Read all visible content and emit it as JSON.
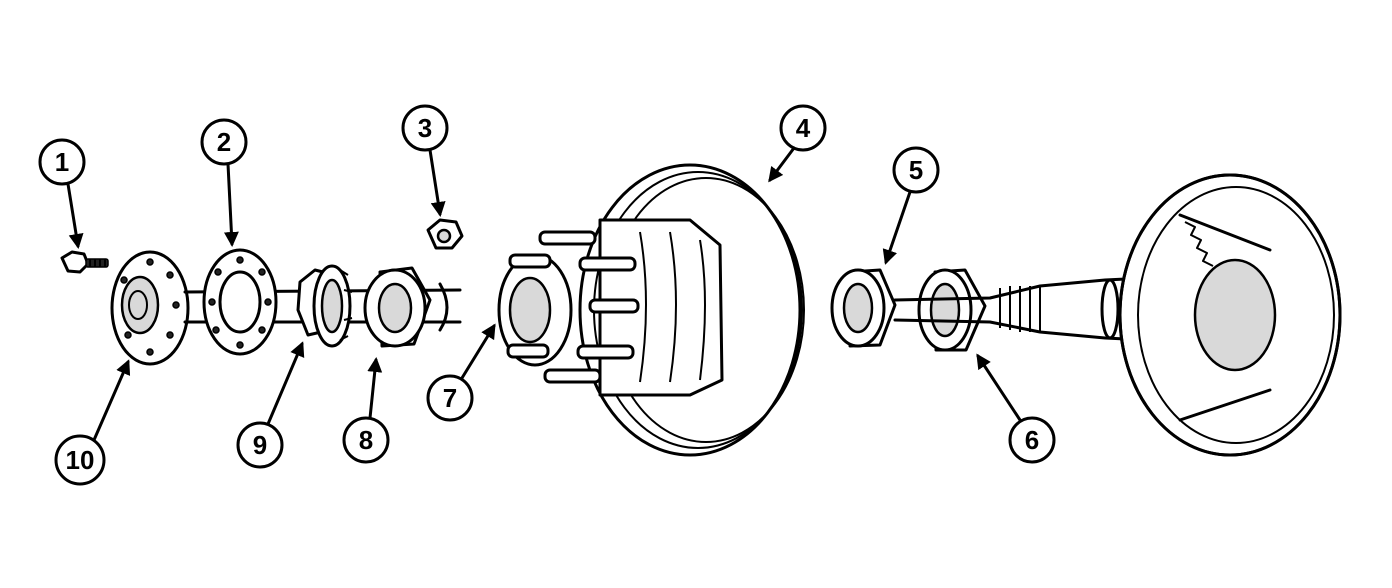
{
  "callouts": [
    {
      "id": 1,
      "label": "1"
    },
    {
      "id": 2,
      "label": "2"
    },
    {
      "id": 3,
      "label": "3"
    },
    {
      "id": 4,
      "label": "4"
    },
    {
      "id": 5,
      "label": "5"
    },
    {
      "id": 6,
      "label": "6"
    },
    {
      "id": 7,
      "label": "7"
    },
    {
      "id": 8,
      "label": "8"
    },
    {
      "id": 9,
      "label": "9"
    },
    {
      "id": 10,
      "label": "10"
    }
  ],
  "colors": {
    "ink": "#000000",
    "background": "#ffffff",
    "shade": "#d9d9d9"
  }
}
